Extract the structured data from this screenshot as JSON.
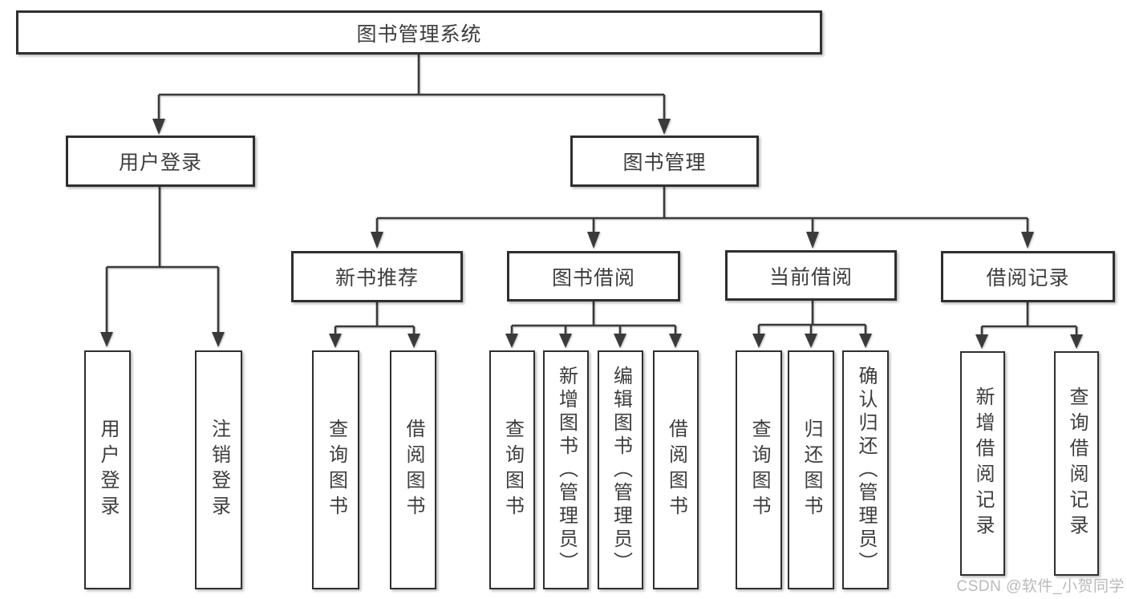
{
  "tree": {
    "label": "图书管理系统",
    "children": [
      {
        "label": "用户登录",
        "children": [
          {
            "label": "用户登录"
          },
          {
            "label": "注销登录"
          }
        ]
      },
      {
        "label": "图书管理",
        "children": [
          {
            "label": "新书推荐",
            "children": [
              {
                "label": "查询图书"
              },
              {
                "label": "借阅图书"
              }
            ]
          },
          {
            "label": "图书借阅",
            "children": [
              {
                "label": "查询图书"
              },
              {
                "label": "新增图书（管理员）"
              },
              {
                "label": "编辑图书（管理员）"
              },
              {
                "label": "借阅图书"
              }
            ]
          },
          {
            "label": "当前借阅",
            "children": [
              {
                "label": "查询图书"
              },
              {
                "label": "归还图书"
              },
              {
                "label": "确认归还（管理员）"
              }
            ]
          },
          {
            "label": "借阅记录",
            "children": [
              {
                "label": "新增借阅记录"
              },
              {
                "label": "查询借阅记录"
              }
            ]
          }
        ]
      }
    ]
  },
  "watermark": {
    "text": "CSDN @软件_小贺同学"
  },
  "colors": {
    "line": "#3a3a3a",
    "box_border": "#2f2f2f",
    "box_background": "#ffffff",
    "text": "#3d3d3d",
    "watermark": "#b9b9b9",
    "page_background": "#ffffff"
  }
}
